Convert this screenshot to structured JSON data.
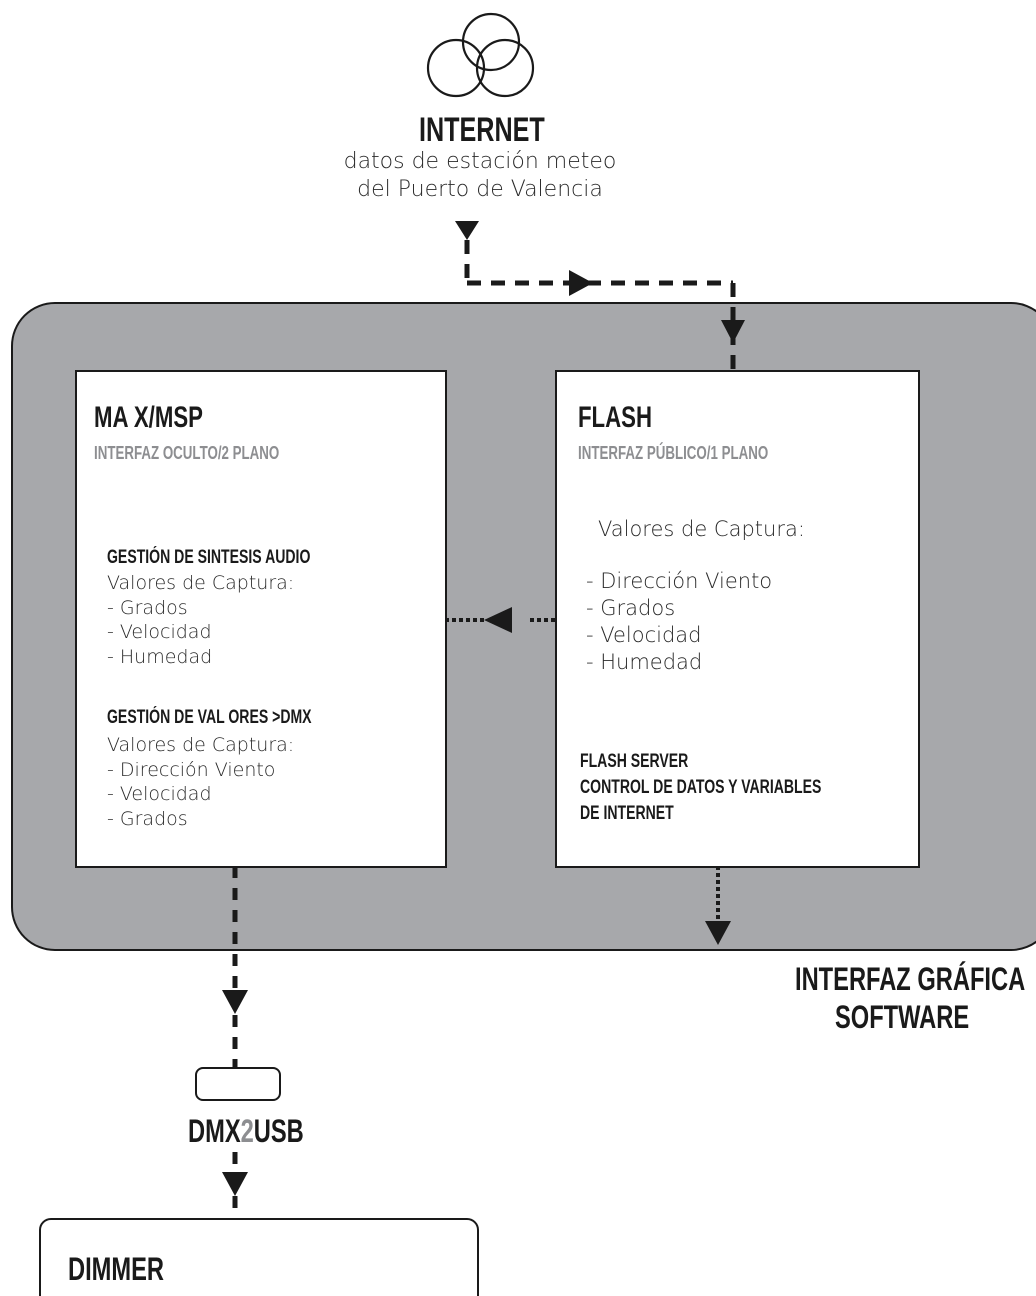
{
  "internet": {
    "icon": "internet-three-circles-icon",
    "title": "INTERNET",
    "desc_line1": "datos de estación meteo",
    "desc_line2": "del Puerto de Valencia"
  },
  "maxmsp": {
    "title": "MA X/MSP",
    "subtitle": "INTERFAZ OCULTO/2 PLANO",
    "audio": {
      "title": "GESTIÓN DE SINTESIS AUDIO",
      "lines": [
        "Valores de Captura:",
        "- Grados",
        "- Velocidad",
        "- Humedad"
      ]
    },
    "dmx": {
      "title": "GESTIÓN DE VAL ORES >DMX",
      "lines": [
        "Valores de Captura:",
        "- Dirección Viento",
        "- Velocidad",
        "- Grados"
      ]
    }
  },
  "flash": {
    "title": "FLASH",
    "subtitle": "INTERFAZ PÚBLICO/1 PLANO",
    "capture_title": "Valores de Captura:",
    "lines": [
      "- Dirección Viento",
      "- Grados",
      "- Velocidad",
      "- Humedad"
    ],
    "server": {
      "line1": "FLASH SERVER",
      "line2": "CONTROL DE DATOS Y VARIABLES",
      "line3": "DE INTERNET"
    }
  },
  "software_label": {
    "line1": "INTERFAZ GRÁFICA",
    "line2": "SOFTWARE"
  },
  "dmx2usb": {
    "part1": "DMX",
    "part2": "2",
    "part3": "USB"
  },
  "dimmer": {
    "label": "DIMMER"
  },
  "colors": {
    "panel": "#a7a8ab",
    "line": "#1a1a1a",
    "accent_grey": "#8d8e91"
  }
}
